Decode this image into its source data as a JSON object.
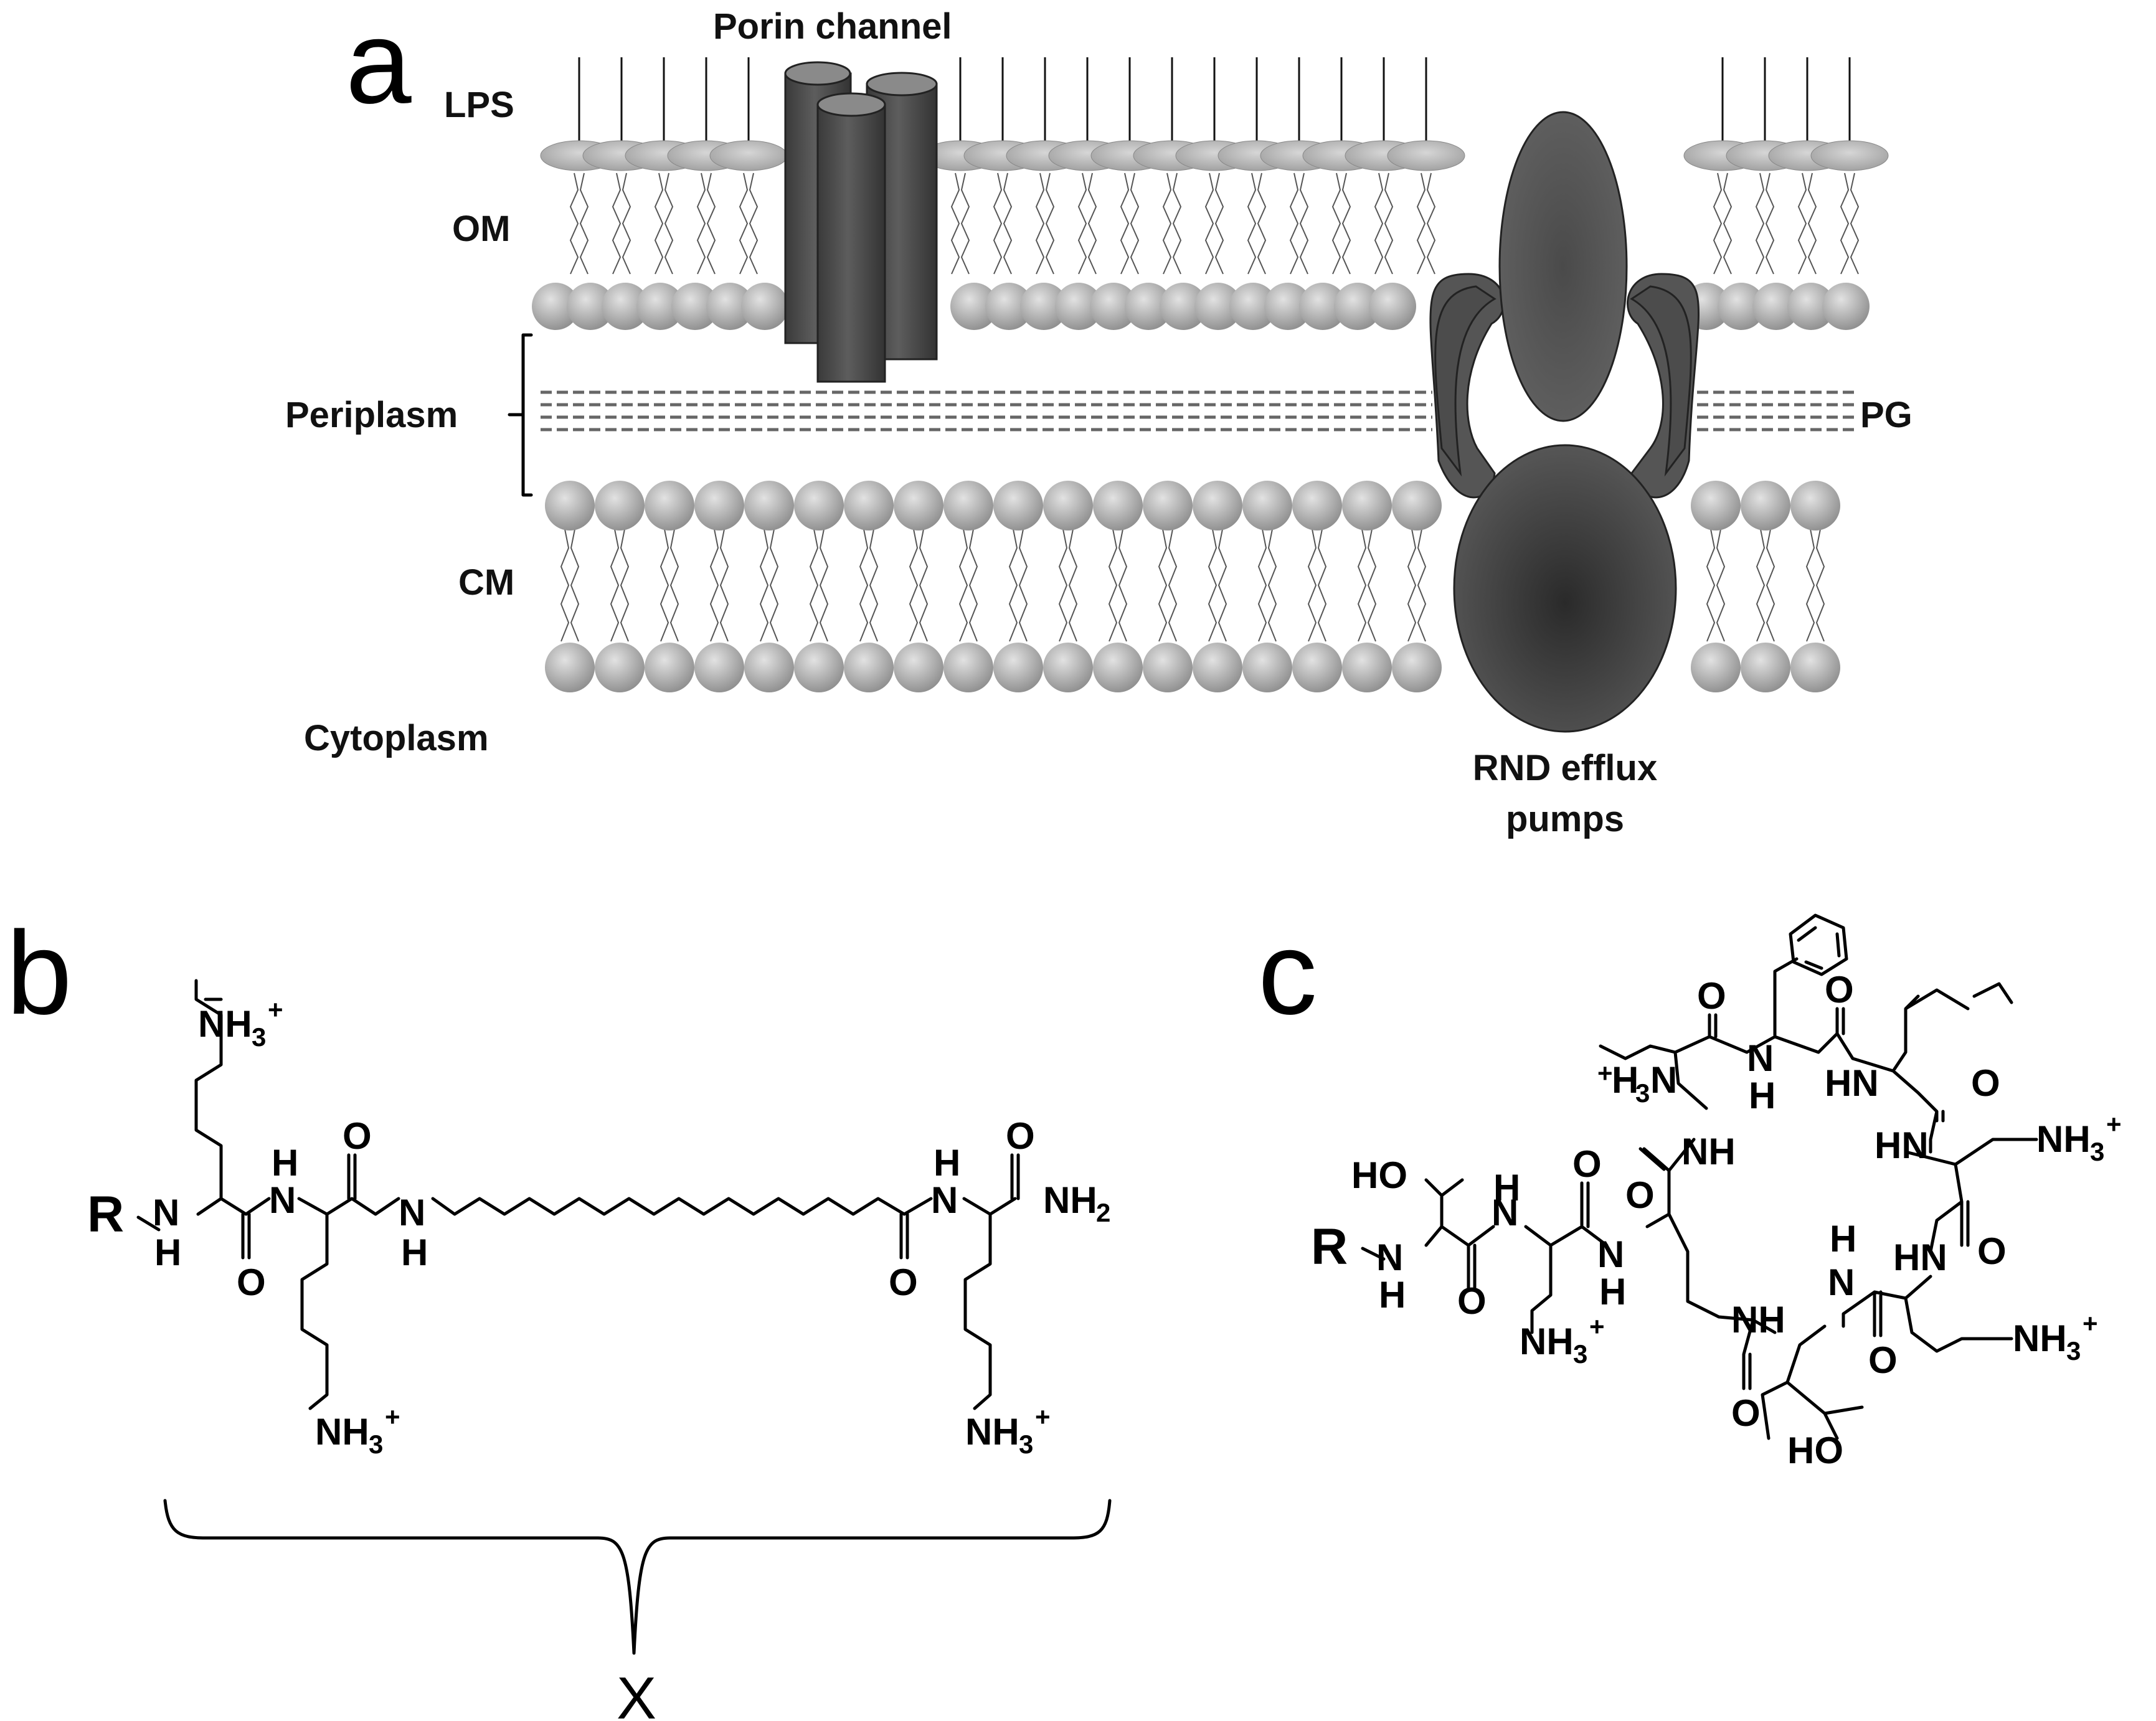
{
  "panel_a": {
    "panel_letter": "a",
    "labels": {
      "porin": "Porin channel",
      "lps": "LPS",
      "om": "OM",
      "periplasm": "Periplasm",
      "pg": "PG",
      "cm": "CM",
      "cytoplasm": "Cytoplasm",
      "rnd_line1": "RND efflux",
      "rnd_line2": "pumps"
    }
  },
  "panel_b": {
    "panel_letter": "b",
    "r_group": "R",
    "bracket_label": "X"
  },
  "panel_c": {
    "panel_letter": "c",
    "r_group": "R"
  },
  "colors": {
    "protein": "#4a4a4a",
    "lipid_head": "#a8a8a8",
    "line": "#000000"
  }
}
